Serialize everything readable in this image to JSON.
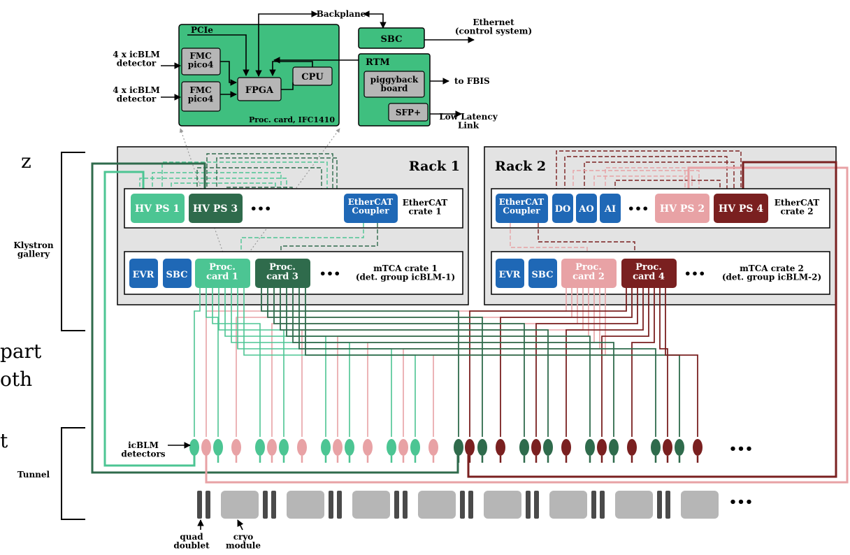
{
  "side_text": {
    "frag1": "z",
    "frag2": "part",
    "frag3": "oth",
    "frag4": "t"
  },
  "regions": {
    "gallery": "Klystron\ngallery",
    "tunnel": "Tunnel"
  },
  "proc": {
    "pcie": "PCIe",
    "fmc1": "FMC\npico4",
    "fmc2": "FMC\npico4",
    "fpga": "FPGA",
    "cpu": "CPU",
    "title": "Proc. card, IFC1410",
    "det1": "4 x icBLM\ndetector",
    "det2": "4 x icBLM\ndetector"
  },
  "backplane": "Backplane",
  "sbc_top": "SBC",
  "ethernet": "Ethernet\n(control system)",
  "rtm": {
    "title": "RTM",
    "piggy": "piggyback\nboard",
    "sfp": "SFP+",
    "fbis": "to FBIS",
    "lll": "Low Latency\nLink"
  },
  "rack1": {
    "title": "Rack 1",
    "hv1": "HV PS 1",
    "hv3": "HV PS 3",
    "ellipsis": "•••",
    "coupler": "EtherCAT\nCoupler",
    "crate": "EtherCAT\ncrate 1",
    "evr": "EVR",
    "sbc": "SBC",
    "pc1": "Proc.\ncard 1",
    "pc3": "Proc.\ncard 3",
    "mtca": "mTCA crate 1\n(det. group icBLM-1)"
  },
  "rack2": {
    "title": "Rack 2",
    "coupler": "EtherCAT\nCoupler",
    "do": "DO",
    "ao": "AO",
    "ai": "AI",
    "ellipsis": "•••",
    "hv2": "HV PS 2",
    "hv4": "HV PS 4",
    "crate": "EtherCAT\ncrate 2",
    "evr": "EVR",
    "sbc": "SBC",
    "pc2": "Proc.\ncard 2",
    "pc4": "Proc.\ncard 4",
    "mtca": "mTCA crate 2\n(det. group icBLM-2)"
  },
  "tunnel": {
    "detectors": "icBLM\ndetectors",
    "ellipsis": "•••",
    "quad": "quad\ndoublet",
    "cryo": "cryo\nmodule"
  },
  "detectors": [
    "lg",
    "pk",
    "lg",
    "pk",
    "lg",
    "pk",
    "lg",
    "pk",
    "lg",
    "pk",
    "lg",
    "pk",
    "lg",
    "pk",
    "lg",
    "pk",
    "dg",
    "dr",
    "dg",
    "dr",
    "dg",
    "dr",
    "dg",
    "dr",
    "dg",
    "dr",
    "dg",
    "dr",
    "dg",
    "dr",
    "dg",
    "dr"
  ],
  "colors": {
    "lightgreen": "#4cc593",
    "darkgreen": "#2f6b4c",
    "pink": "#e8a2a5",
    "darkred": "#7a2020",
    "blue": "#1f68b6",
    "gray": "#b6b6b6",
    "green": "#3fbf7f"
  }
}
